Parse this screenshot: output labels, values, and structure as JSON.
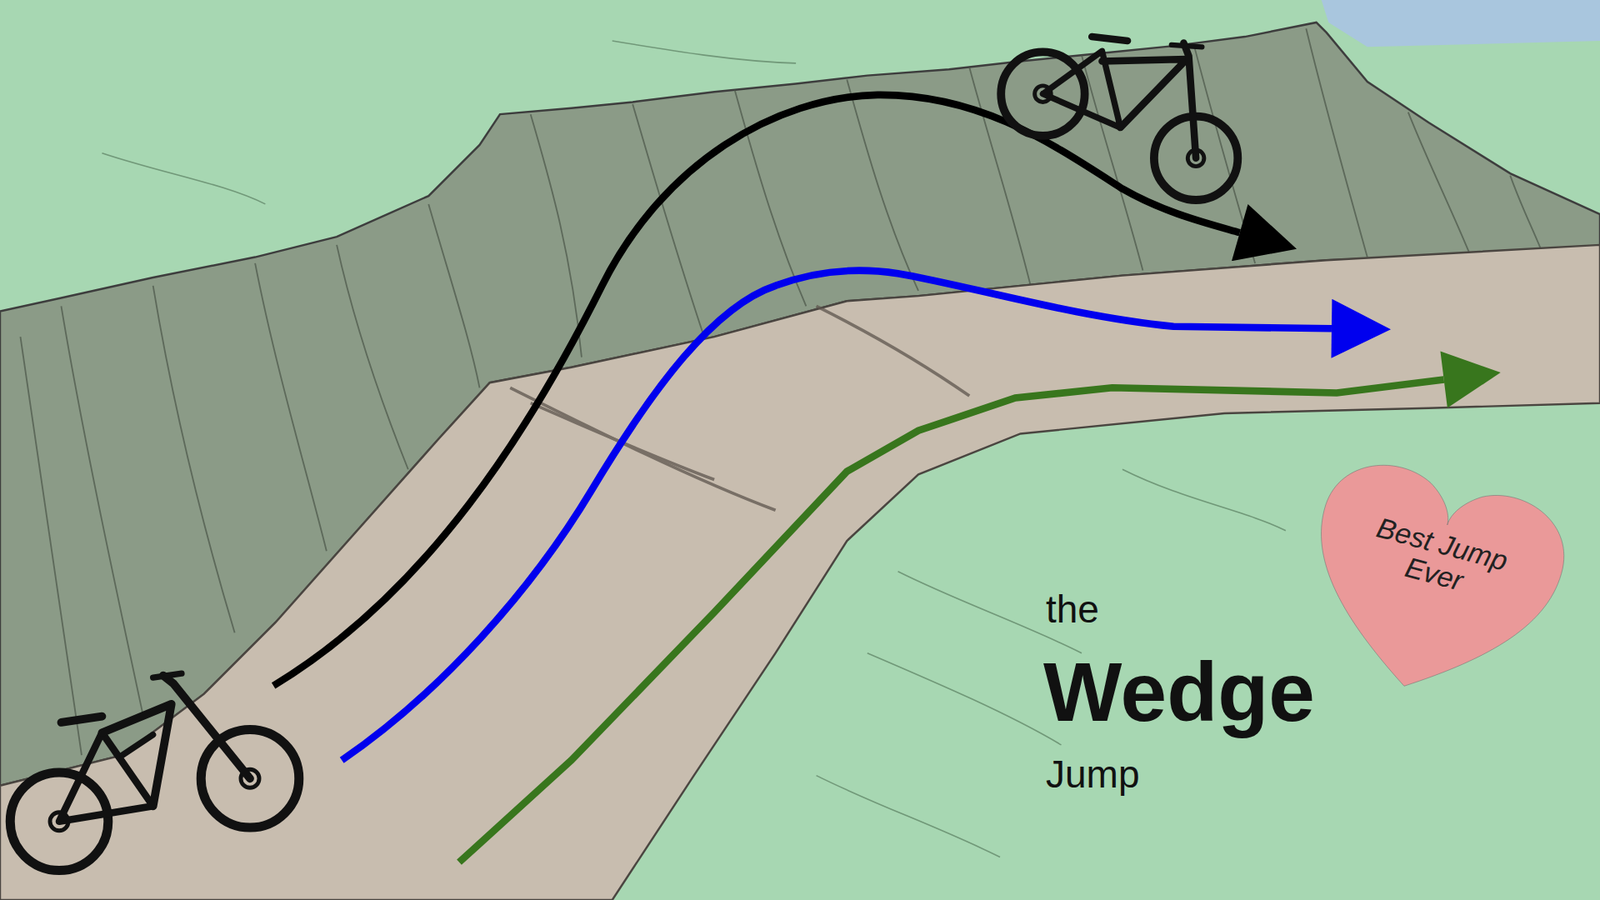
{
  "diagram": {
    "nodes": [
      {
        "text": [
          "Best Jump Ever"
        ]
      }
    ],
    "labels": [
      "the",
      "Wedge",
      "Jump"
    ]
  }
}
